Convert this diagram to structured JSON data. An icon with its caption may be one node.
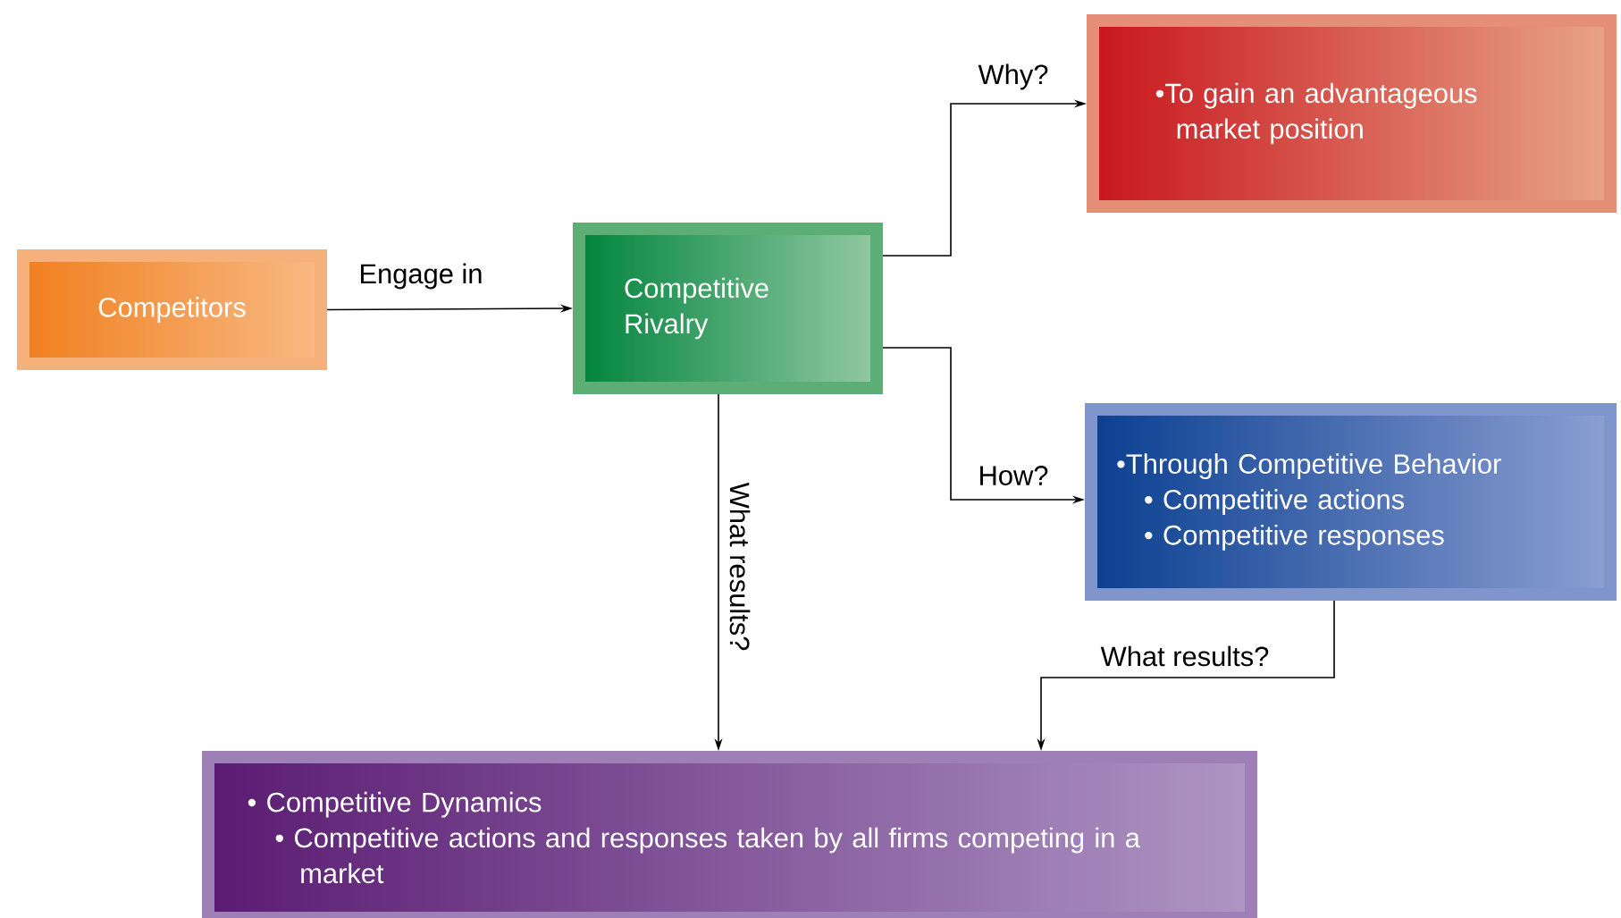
{
  "diagram": {
    "nodes": [
      {
        "text": [
          "Competitors"
        ]
      },
      {
        "text": [
          "Competitive Rivalry"
        ]
      },
      {
        "text": [
          "•To gain an advantageous market position"
        ]
      },
      {
        "text": [
          "•Through Competitive Behavior",
          "• Competitive actions",
          "• Competitive responses"
        ]
      },
      {
        "text": [
          "• Competitive Dynamics",
          "• Competitive actions and responses taken by all firms competing in a market"
        ]
      }
    ],
    "edges": [
      {
        "from": 0,
        "to": 1,
        "arrow": "to",
        "label": "Engage in"
      },
      {
        "from": 1,
        "to": 2,
        "arrow": "to",
        "label": "Why?"
      },
      {
        "from": 1,
        "to": 3,
        "arrow": "to",
        "label": "How?"
      },
      {
        "from": 1,
        "to": 4,
        "arrow": "to",
        "label": "What results?"
      },
      {
        "from": 3,
        "to": 4,
        "arrow": "to",
        "label": "What results?"
      }
    ]
  }
}
